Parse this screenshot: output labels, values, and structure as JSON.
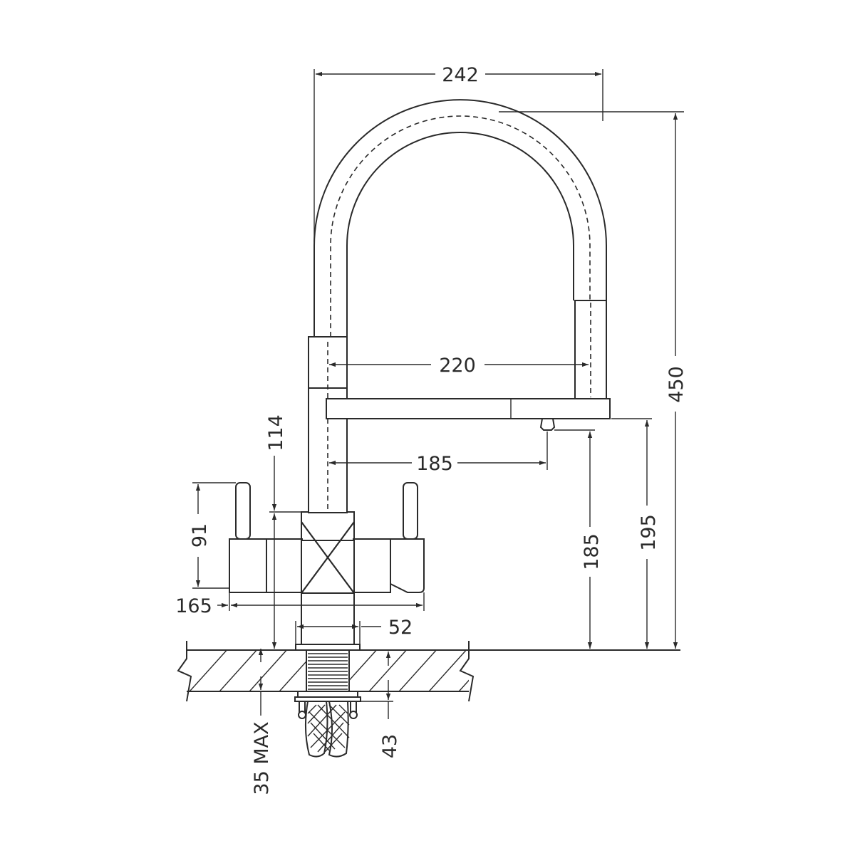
{
  "diagram": {
    "dimensions": {
      "overall_width": "242",
      "overall_height": "450",
      "spout_reach": "220",
      "outlet_offset": "185",
      "spout_to_body": "114",
      "handle_height": "91",
      "body_width": "165",
      "base_diameter": "52",
      "outlet_height": "185",
      "spout_underside_height": "195",
      "deck_thickness_max": "35 MAX",
      "tail_length": "43"
    },
    "colors": {
      "line": "#2a2a2a",
      "background": "#ffffff"
    }
  }
}
